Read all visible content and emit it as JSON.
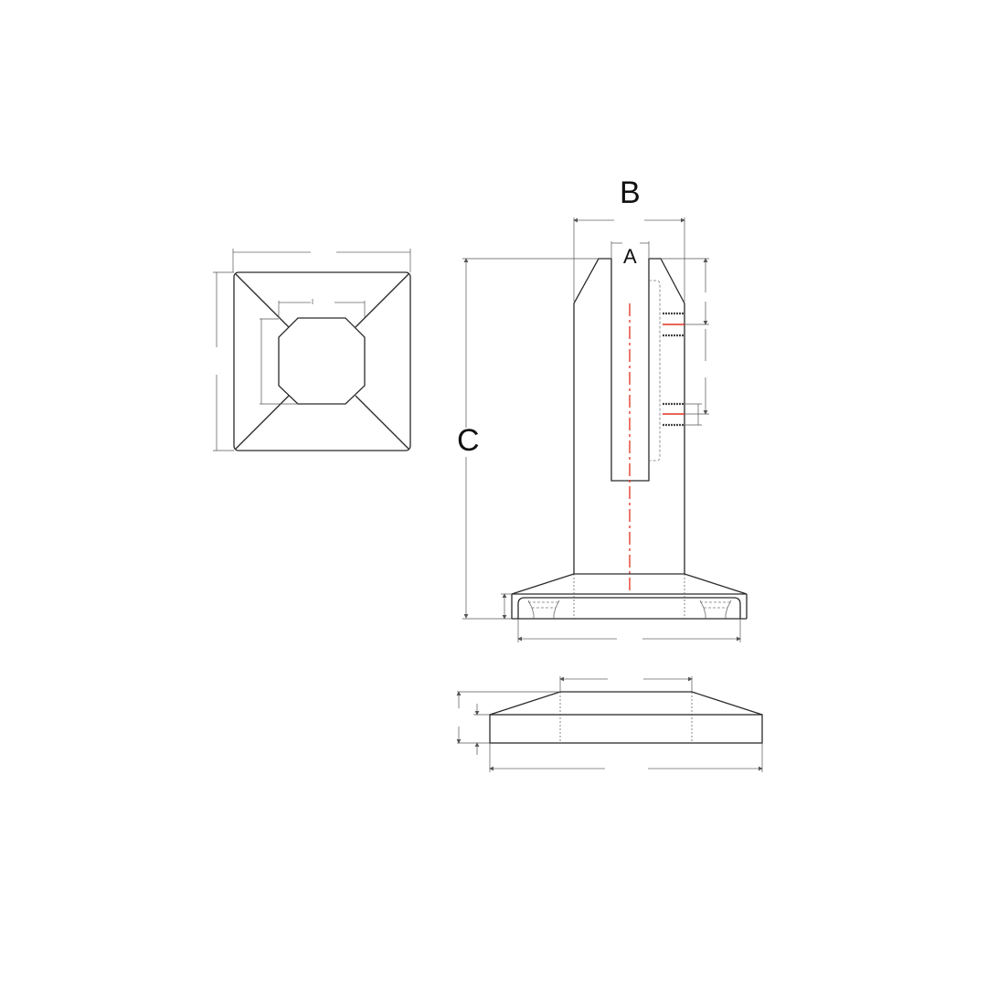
{
  "drawing": {
    "subject": "glass spigot clamp post technical drawing",
    "views": [
      {
        "name": "top-view",
        "description": "square base plate with octagonal post section"
      },
      {
        "name": "front-view",
        "description": "post with glass slot, base flange and countersunk holes"
      },
      {
        "name": "cover-side-view",
        "description": "base cover plate profile"
      }
    ],
    "labels": {
      "A": "A",
      "B": "B",
      "C": "C"
    },
    "colors": {
      "outline": "#2a2a2a",
      "dimension": "#666666",
      "centerline": "#e0301e",
      "background": "#ffffff"
    }
  }
}
